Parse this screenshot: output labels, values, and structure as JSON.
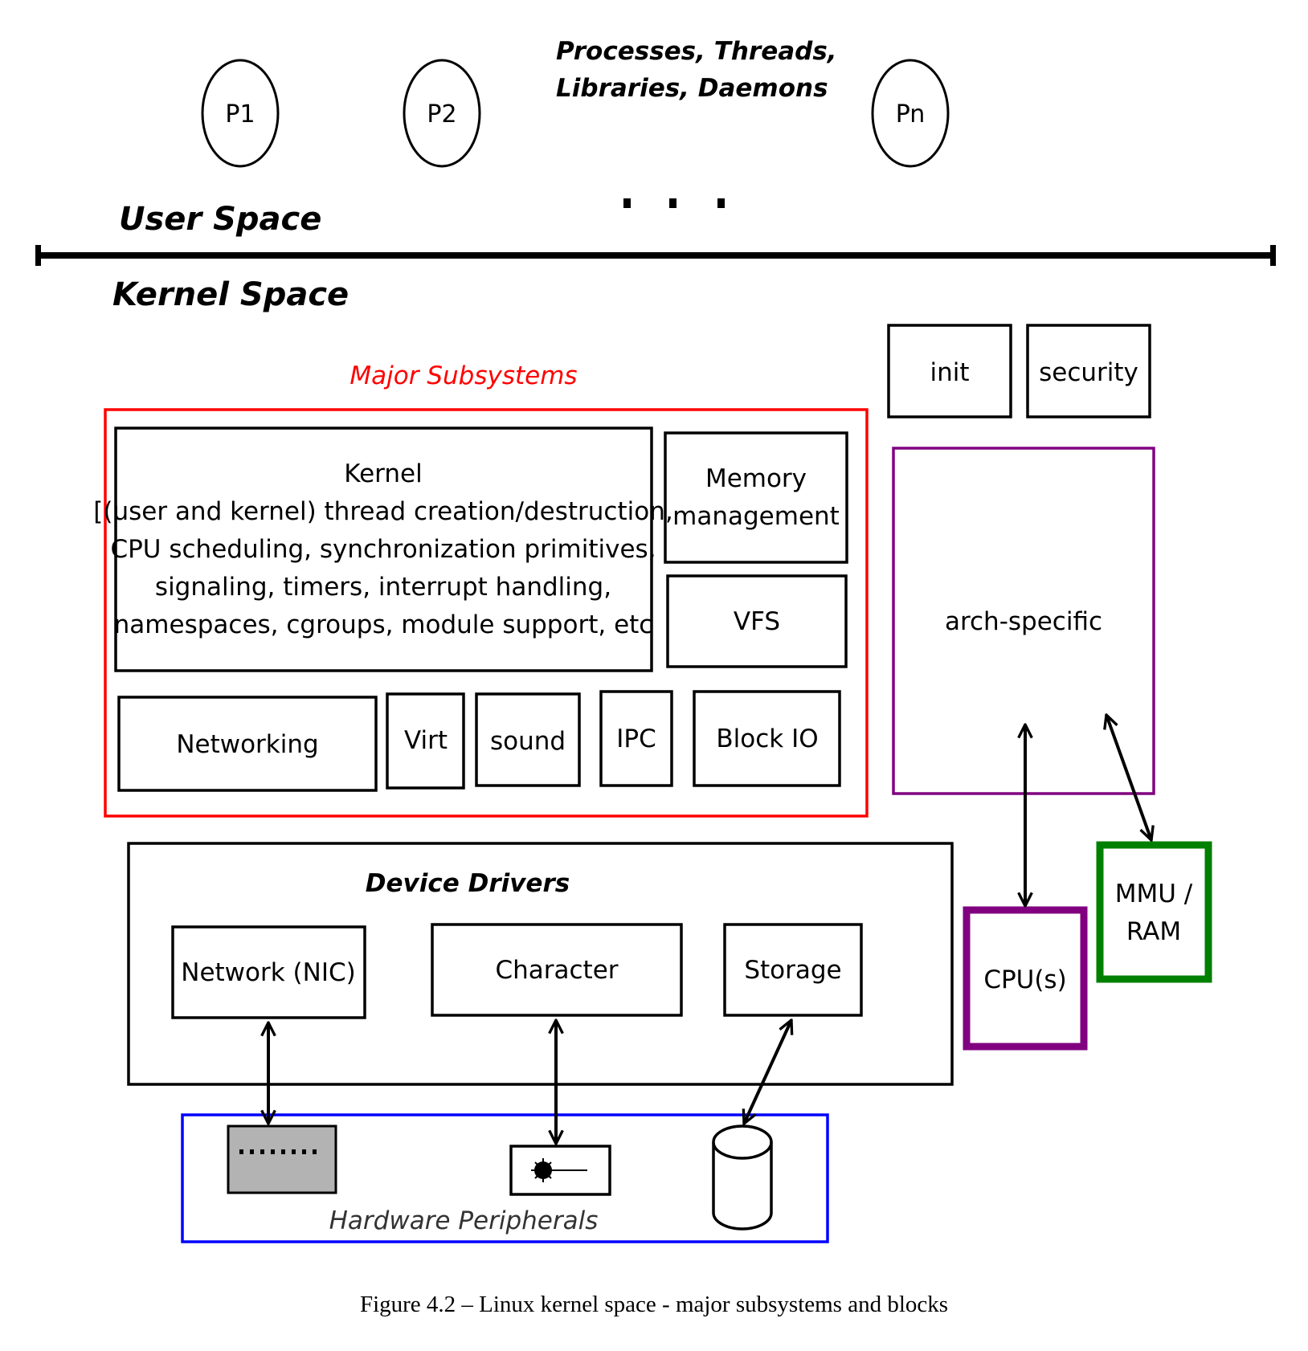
{
  "colors": {
    "major_subsystems": "#ff0000",
    "arch_specific": "#800080",
    "cpu": "#800080",
    "mmu_ram": "#008000",
    "hardware_peripherals": "#0000ff",
    "network_hw_fill": "#b3b3b3"
  },
  "user_space": {
    "processes": [
      "P1",
      "P2",
      "Pn"
    ],
    "caption_line1": "Processes, Threads,",
    "caption_line2": "Libraries, Daemons",
    "ellipsis": ". . .",
    "label": "User Space"
  },
  "kernel_space": {
    "label": "Kernel Space",
    "init": "init",
    "security": "security",
    "major_subsystems_label": "Major Subsystems",
    "kernel_box": {
      "title": "Kernel",
      "lines": [
        "[(user and kernel) thread creation/destruction,",
        "CPU scheduling, synchronization primitives,",
        "signaling, timers, interrupt handling,",
        "namespaces, cgroups, module support, etc"
      ]
    },
    "memory_management": [
      "Memory",
      "management"
    ],
    "vfs": "VFS",
    "networking": "Networking",
    "virt": "Virt",
    "sound": "sound",
    "ipc": "IPC",
    "block_io": "Block IO",
    "arch_specific": "arch-specific"
  },
  "device_drivers": {
    "title": "Device Drivers",
    "network": "Network (NIC)",
    "character": "Character",
    "storage": "Storage"
  },
  "hardware": {
    "cpu": "CPU(s)",
    "mmu_ram": [
      "MMU /",
      "RAM"
    ],
    "peripherals_label": "Hardware Peripherals",
    "icons": [
      "network-hardware-icon",
      "character-device-icon",
      "storage-disk-icon"
    ]
  },
  "caption": "Figure 4.2 – Linux kernel space - major subsystems and blocks"
}
